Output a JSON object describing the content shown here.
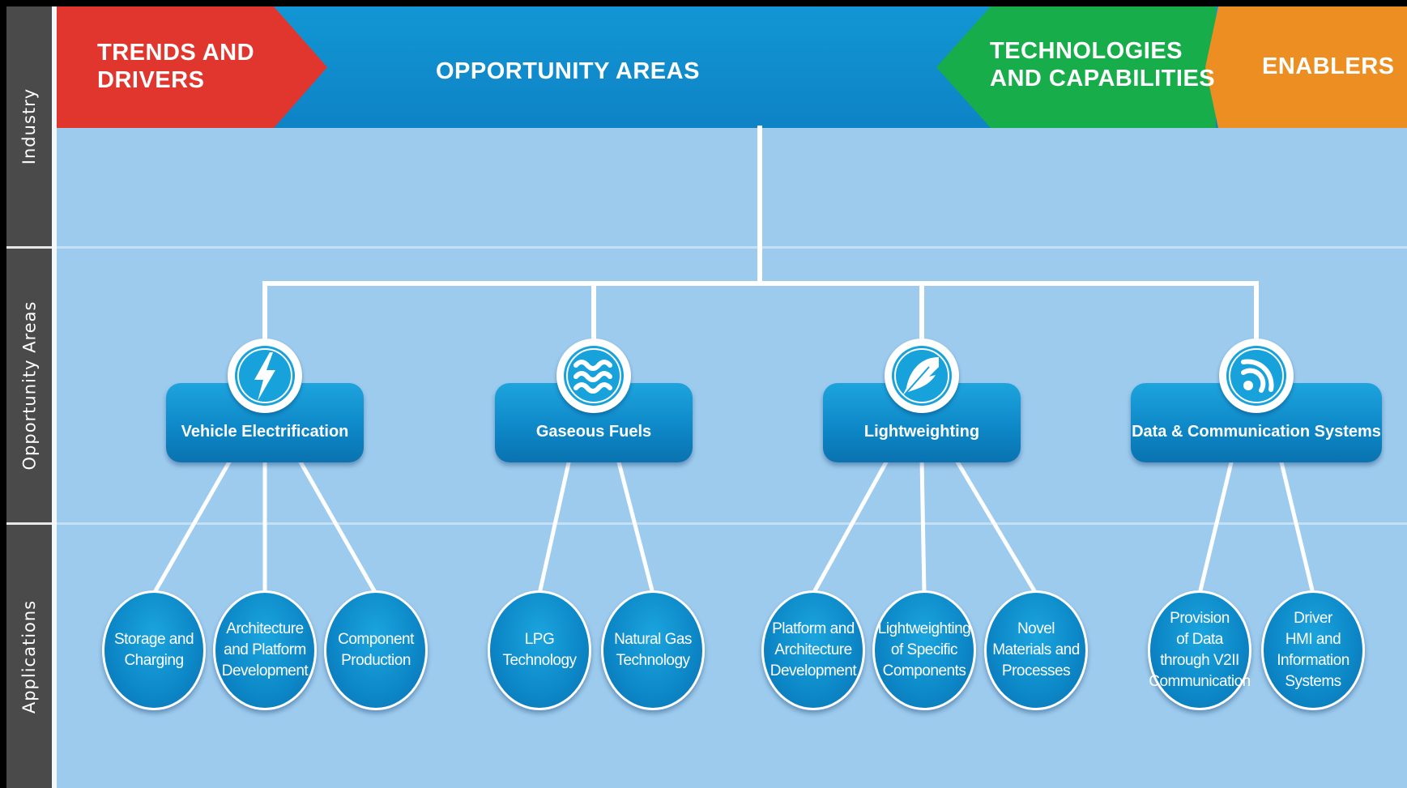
{
  "rows": {
    "industry": "Industry",
    "opportunity_areas": "Opportunity Areas",
    "applications": "Applications"
  },
  "header": {
    "trends_drivers": "TRENDS AND\nDRIVERS",
    "opportunity_areas": "OPPORTUNITY AREAS",
    "technologies_capabilities": "TECHNOLOGIES\nAND CAPABILITIES",
    "enablers": "ENABLERS"
  },
  "colors": {
    "trends": "#e0362d",
    "technologies": "#16ad4a",
    "enablers": "#ec8e22",
    "band": "#1190d0",
    "background": "#9ccbee"
  },
  "areas": [
    {
      "name": "Vehicle Electrification",
      "icon": "lightning-icon",
      "applications": [
        "Storage and\nCharging",
        "Architecture\nand Platform\nDevelopment",
        "Component\nProduction"
      ]
    },
    {
      "name": "Gaseous Fuels",
      "icon": "waves-icon",
      "applications": [
        "LPG\nTechnology",
        "Natural Gas\nTechnology"
      ]
    },
    {
      "name": "Lightweighting",
      "icon": "feather-icon",
      "applications": [
        "Platform and\nArchitecture\nDevelopment",
        "Lightweighting\nof Specific\nComponents",
        "Novel\nMaterials and\nProcesses"
      ]
    },
    {
      "name": "Data & Communication Systems",
      "icon": "signal-icon",
      "applications": [
        "Provision\nof Data\nthrough V2II\nCommunication",
        "Driver\nHMI and\nInformation\nSystems"
      ]
    }
  ]
}
